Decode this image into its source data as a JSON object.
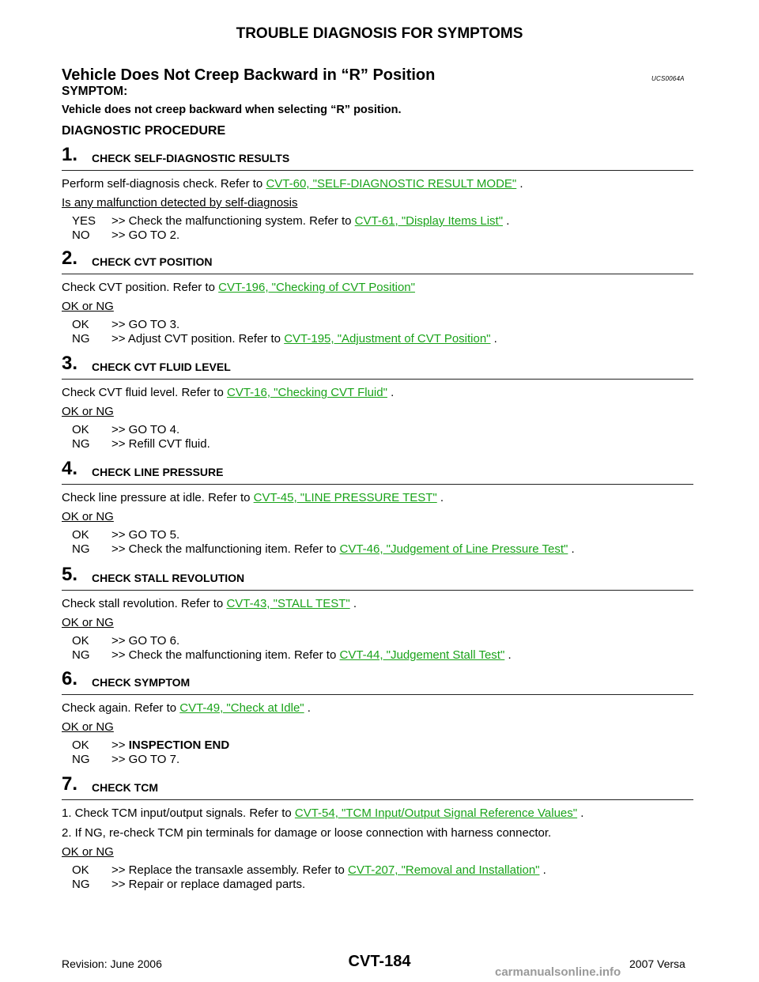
{
  "header": {
    "title": "TROUBLE DIAGNOSIS FOR SYMPTOMS"
  },
  "section": {
    "title": "Vehicle Does Not Creep Backward in “R” Position",
    "code": "UCS0064A",
    "symptom_heading": "SYMPTOM:",
    "symptom_text": "Vehicle does not creep backward when selecting “R” position.",
    "procedure_heading": "DIAGNOSTIC PROCEDURE"
  },
  "steps": [
    {
      "num": "1.",
      "title": "CHECK SELF-DIAGNOSTIC RESULTS",
      "text_pre": "Perform self-diagnosis check. Refer to ",
      "link": "CVT-60, \"SELF-DIAGNOSTIC RESULT MODE\"",
      "text_post": " .",
      "question": "Is any malfunction detected by self-diagnosis",
      "a1_key": "YES",
      "a1_pre": ">> Check the malfunctioning system. Refer to ",
      "a1_link": "CVT-61, \"Display Items List\"",
      "a1_post": " .",
      "a2_key": "NO",
      "a2_text": ">> GO TO 2."
    },
    {
      "num": "2.",
      "title": "CHECK CVT POSITION",
      "text_pre": "Check CVT position. Refer to ",
      "link": "CVT-196, \"Checking of CVT Position\"",
      "text_post": "",
      "question": "OK or NG",
      "a1_key": "OK",
      "a1_text": ">> GO TO 3.",
      "a2_key": "NG",
      "a2_pre": ">> Adjust CVT position. Refer to ",
      "a2_link": "CVT-195, \"Adjustment of CVT Position\"",
      "a2_post": " ."
    },
    {
      "num": "3.",
      "title": "CHECK CVT FLUID LEVEL",
      "text_pre": "Check CVT fluid level. Refer to ",
      "link": "CVT-16, \"Checking CVT Fluid\"",
      "text_post": " .",
      "question": "OK or NG",
      "a1_key": "OK",
      "a1_text": ">> GO TO 4.",
      "a2_key": "NG",
      "a2_text": ">> Refill CVT fluid."
    },
    {
      "num": "4.",
      "title": "CHECK LINE PRESSURE",
      "text_pre": "Check line pressure at idle. Refer to ",
      "link": "CVT-45, \"LINE PRESSURE TEST\"",
      "text_post": " .",
      "question": "OK or NG",
      "a1_key": "OK",
      "a1_text": ">> GO TO 5.",
      "a2_key": "NG",
      "a2_pre": ">> Check the malfunctioning item. Refer to ",
      "a2_link": "CVT-46, \"Judgement of Line Pressure Test\"",
      "a2_post": " ."
    },
    {
      "num": "5.",
      "title": "CHECK STALL REVOLUTION",
      "text_pre": "Check stall revolution. Refer to ",
      "link": "CVT-43, \"STALL TEST\"",
      "text_post": " .",
      "question": "OK or NG",
      "a1_key": "OK",
      "a1_text": ">> GO TO 6.",
      "a2_key": "NG",
      "a2_pre": ">> Check the malfunctioning item. Refer to ",
      "a2_link": "CVT-44, \"Judgement Stall Test\"",
      "a2_post": " ."
    },
    {
      "num": "6.",
      "title": "CHECK SYMPTOM",
      "text_pre": "Check again. Refer to ",
      "link": "CVT-49, \"Check at Idle\"",
      "text_post": " .",
      "question": "OK or NG",
      "a1_key": "OK",
      "a1_arrow": ">> ",
      "a1_bold": "INSPECTION END",
      "a2_key": "NG",
      "a2_text": ">> GO TO 7."
    },
    {
      "num": "7.",
      "title": "CHECK TCM",
      "item1_pre": "1.   Check TCM input/output signals. Refer to ",
      "item1_link": "CVT-54, \"TCM Input/Output Signal Reference Values\"",
      "item1_post": " .",
      "item2": "2.   If NG, re-check TCM pin terminals for damage or loose connection with harness connector.",
      "question": "OK or NG",
      "a1_key": "OK",
      "a1_pre": ">> Replace the transaxle assembly. Refer to ",
      "a1_link": "CVT-207, \"Removal and Installation\"",
      "a1_post": " .",
      "a2_key": "NG",
      "a2_text": ">> Repair or replace damaged parts."
    }
  ],
  "footer": {
    "revision": "Revision: June 2006",
    "page": "CVT-184",
    "model": "2007 Versa",
    "watermark": "carmanualsonline.info"
  }
}
